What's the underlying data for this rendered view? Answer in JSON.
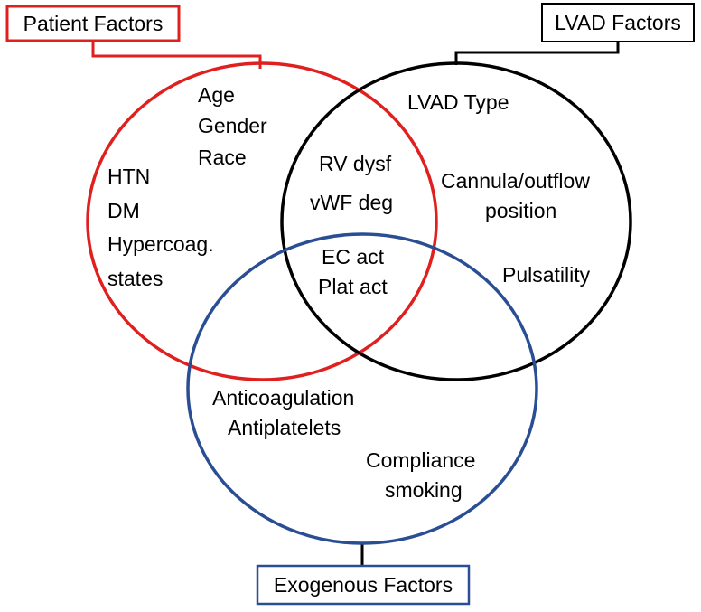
{
  "colors": {
    "patient": "#e0201f",
    "lvad": "#000000",
    "exogenous": "#2a4e93",
    "text": "#000000"
  },
  "boxes": {
    "patient": "Patient Factors",
    "lvad": "LVAD Factors",
    "exogenous": "Exogenous Factors"
  },
  "patient_only": {
    "age": "Age",
    "gender": "Gender",
    "race": "Race",
    "htn": "HTN",
    "dm": "DM",
    "hypercoag": "Hypercoag.",
    "states": "states"
  },
  "lvad_only": {
    "type": "LVAD Type",
    "cannula": "Cannula/outflow",
    "position": "position",
    "pulsatility": "Pulsatility"
  },
  "patient_lvad": {
    "rv": "RV dysf",
    "vwf": "vWF deg"
  },
  "center": {
    "ec": "EC act",
    "plat": "Plat act"
  },
  "exogenous_only": {
    "anticoag": "Anticoagulation",
    "antiplatelets": "Antiplatelets",
    "compliance": "Compliance",
    "smoking": "smoking"
  }
}
